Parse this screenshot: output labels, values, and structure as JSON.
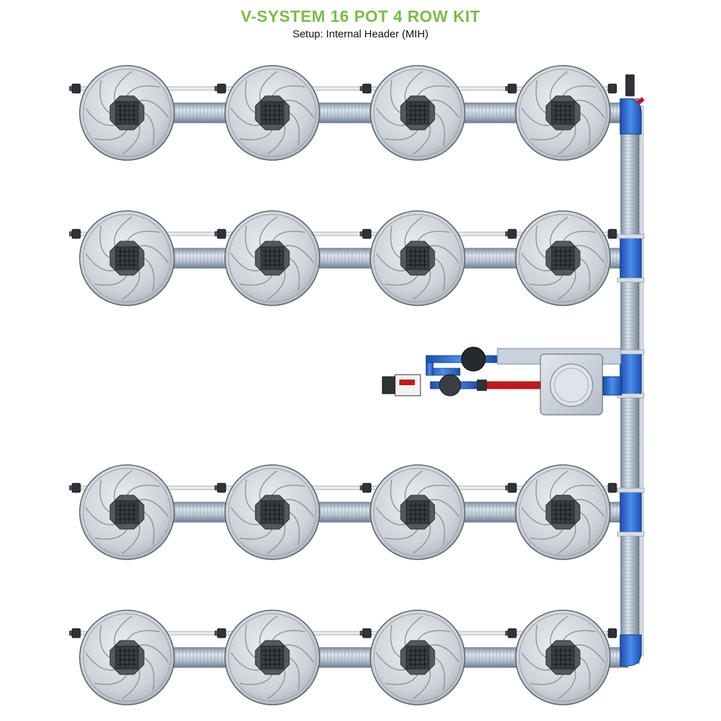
{
  "header": {
    "title": "V-SYSTEM 16 POT 4 ROW KIT",
    "subtitle": "Setup: Internal Header (MIH)"
  },
  "layout": {
    "rows": 4,
    "pots_per_row": 4,
    "total_pots": 16
  },
  "colors": {
    "title": "#76c043",
    "pot_body": "#cfd3d8",
    "pot_outline": "#5f6670",
    "pot_center": "#3a3d42",
    "pipe": "#aab8c6",
    "header_blue": "#2e6fd6",
    "feed_red": "#c8161d",
    "tank": "#cdd3da"
  }
}
